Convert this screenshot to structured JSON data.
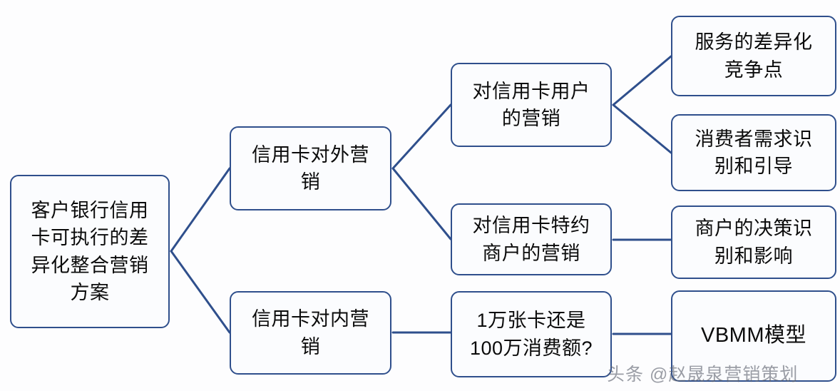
{
  "diagram": {
    "type": "mind-map",
    "title": "客户银行信用卡可执行的差异化整合营销方案",
    "edge_color": "#2f4f8c",
    "node_border_color": "#2f4f8c",
    "node_fill_color": "#fbfcfe",
    "text_color": "#0b0b0b",
    "nodes": {
      "root": "客户银行信用\n卡可执行的差\n异化整合营销\n方案",
      "outer_marketing": "信用卡对外营\n销",
      "inner_marketing": "信用卡对内营\n销",
      "card_user_marketing": "对信用卡用户\n的营销",
      "merchant_marketing": "对信用卡特约\n商户的营销",
      "question": "1万张卡还是\n100万消费额?",
      "service_difference": "服务的差异化\n竞争点",
      "consumer_demand": "消费者需求识\n别和引导",
      "merchant_decision": "商户的决策识\n别和影响",
      "vbmm_model": "VBMM模型"
    },
    "edges": [
      {
        "from": "root",
        "to": "outer_marketing",
        "style": "diagonal"
      },
      {
        "from": "root",
        "to": "inner_marketing",
        "style": "diagonal"
      },
      {
        "from": "outer_marketing",
        "to": "card_user_marketing",
        "style": "diagonal"
      },
      {
        "from": "outer_marketing",
        "to": "merchant_marketing",
        "style": "diagonal"
      },
      {
        "from": "card_user_marketing",
        "to": "service_difference",
        "style": "diagonal"
      },
      {
        "from": "card_user_marketing",
        "to": "consumer_demand",
        "style": "diagonal"
      },
      {
        "from": "merchant_marketing",
        "to": "merchant_decision",
        "style": "horizontal"
      },
      {
        "from": "inner_marketing",
        "to": "question",
        "style": "horizontal"
      },
      {
        "from": "question",
        "to": "vbmm_model",
        "style": "horizontal"
      }
    ]
  },
  "watermark": {
    "text": "头条 @赵晟泉营销策划"
  }
}
